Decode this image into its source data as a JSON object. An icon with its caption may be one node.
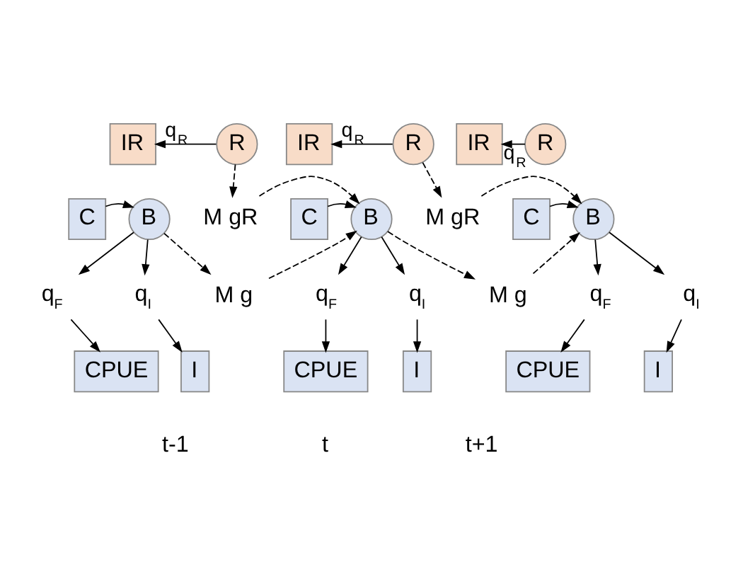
{
  "diagram": {
    "nodes": [
      {
        "text": [
          "IR"
        ]
      },
      {
        "text": [
          "R"
        ]
      },
      {
        "text": [
          "C"
        ]
      },
      {
        "text": [
          "B"
        ]
      },
      {
        "text": [
          "q$_{F}$"
        ]
      },
      {
        "text": [
          "q$_{I}$"
        ]
      },
      {
        "text": [
          "CPUE"
        ]
      },
      {
        "text": [
          "I"
        ]
      },
      {
        "text": [
          "M gR"
        ]
      },
      {
        "text": [
          "M g"
        ]
      },
      {
        "text": [
          "IR"
        ]
      },
      {
        "text": [
          "R"
        ]
      },
      {
        "text": [
          "C"
        ]
      },
      {
        "text": [
          "B"
        ]
      },
      {
        "text": [
          "q$_{F}$"
        ]
      },
      {
        "text": [
          "q$_{I}$"
        ]
      },
      {
        "text": [
          "CPUE"
        ]
      },
      {
        "text": [
          "I"
        ]
      },
      {
        "text": [
          "M gR"
        ]
      },
      {
        "text": [
          "M g"
        ]
      },
      {
        "text": [
          "IR"
        ]
      },
      {
        "text": [
          "R"
        ]
      },
      {
        "text": [
          "C"
        ]
      },
      {
        "text": [
          "B"
        ]
      },
      {
        "text": [
          "q$_{F}$"
        ]
      },
      {
        "text": [
          "q$_{I}$"
        ]
      },
      {
        "text": [
          "CPUE"
        ]
      },
      {
        "text": [
          "I"
        ]
      }
    ],
    "edges": [
      {
        "from": 1,
        "to": 0,
        "arrow": "to",
        "label": "q$_{R}$"
      },
      {
        "from": 2,
        "to": 3,
        "arrow": "to"
      },
      {
        "from": 3,
        "to": 4,
        "arrow": "to"
      },
      {
        "from": 4,
        "to": 6,
        "arrow": "to"
      },
      {
        "from": 3,
        "to": 5,
        "arrow": "to"
      },
      {
        "from": 5,
        "to": 7,
        "arrow": "to"
      },
      {
        "from": 1,
        "to": 8,
        "arrow": "to",
        "style": "dashed"
      },
      {
        "from": 8,
        "to": 13,
        "arrow": "to",
        "style": "dashed"
      },
      {
        "from": 3,
        "to": 9,
        "arrow": "to",
        "style": "dashed"
      },
      {
        "from": 9,
        "to": 13,
        "arrow": "to",
        "style": "dashed"
      },
      {
        "from": 11,
        "to": 10,
        "arrow": "to",
        "label": "q$_{R}$"
      },
      {
        "from": 12,
        "to": 13,
        "arrow": "to"
      },
      {
        "from": 13,
        "to": 14,
        "arrow": "to"
      },
      {
        "from": 14,
        "to": 16,
        "arrow": "to"
      },
      {
        "from": 13,
        "to": 15,
        "arrow": "to"
      },
      {
        "from": 15,
        "to": 17,
        "arrow": "to"
      },
      {
        "from": 11,
        "to": 18,
        "arrow": "to",
        "style": "dashed"
      },
      {
        "from": 18,
        "to": 23,
        "arrow": "to",
        "style": "dashed"
      },
      {
        "from": 13,
        "to": 19,
        "arrow": "to",
        "style": "dashed"
      },
      {
        "from": 19,
        "to": 23,
        "arrow": "to",
        "style": "dashed"
      },
      {
        "from": 21,
        "to": 20,
        "arrow": "to",
        "label": "q$_{R}$"
      },
      {
        "from": 22,
        "to": 23,
        "arrow": "to"
      },
      {
        "from": 23,
        "to": 24,
        "arrow": "to"
      },
      {
        "from": 24,
        "to": 26,
        "arrow": "to"
      },
      {
        "from": 23,
        "to": 25,
        "arrow": "to"
      },
      {
        "from": 25,
        "to": 27,
        "arrow": "to"
      }
    ],
    "labels": [
      "t-1",
      "t",
      "t+1"
    ]
  }
}
